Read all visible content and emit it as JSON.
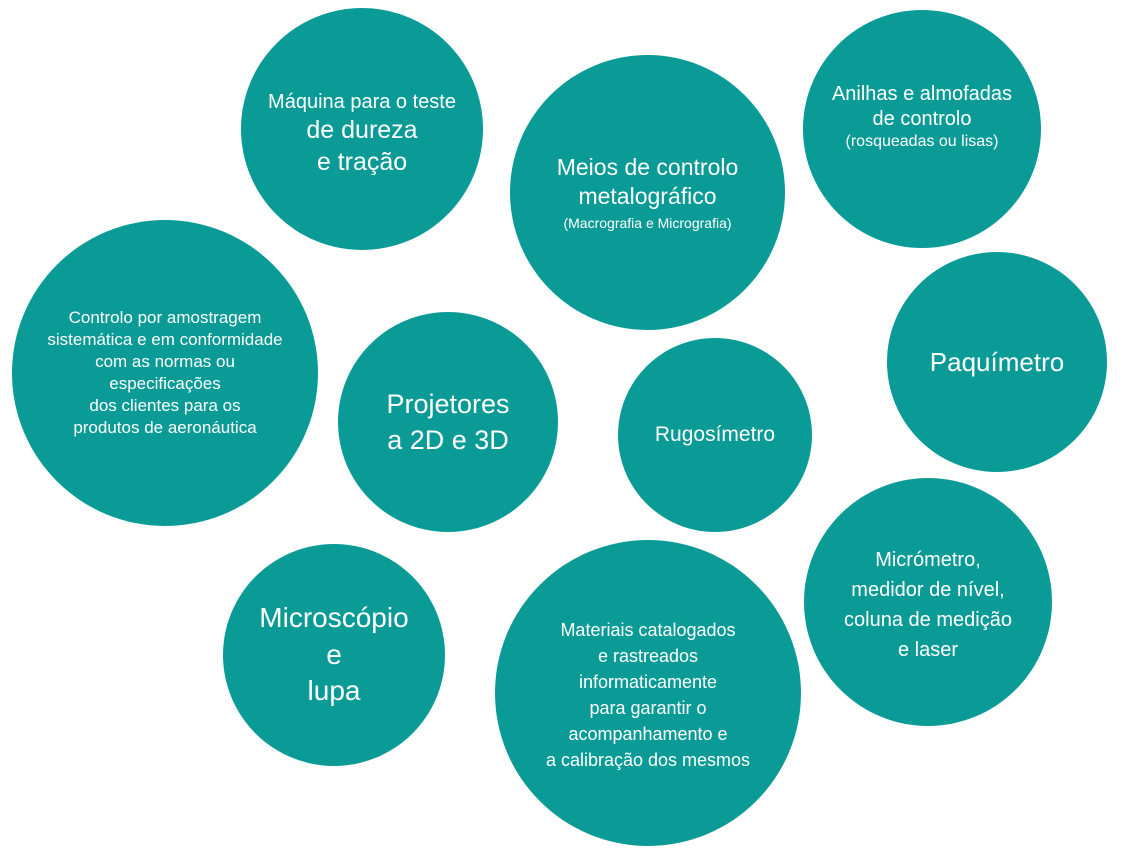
{
  "theme": {
    "bubble_color": "#0b9b97",
    "text_color": "#ffffff"
  },
  "bubbles": {
    "dureza": {
      "lines": [
        "Máquina para o teste",
        "de dureza",
        "e tração"
      ]
    },
    "meios": {
      "lines": [
        "Meios de controlo",
        "metalográfico",
        "(Macrografia e Micrografia)"
      ]
    },
    "anilhas": {
      "lines": [
        "Anilhas e almofadas",
        "de controlo",
        "(rosqueadas ou lisas)"
      ]
    },
    "controlo": {
      "lines": [
        "Controlo por amostragem",
        "sistemática e em conformidade",
        "com as normas ou",
        "especificações",
        "dos clientes para os",
        "produtos de aeronáutica"
      ]
    },
    "projetores": {
      "lines": [
        "Projetores",
        "a 2D e 3D"
      ]
    },
    "rugosimetro": {
      "lines": [
        "Rugosímetro"
      ]
    },
    "paquimetro": {
      "lines": [
        "Paquímetro"
      ]
    },
    "microscopio": {
      "lines": [
        "Microscópio",
        "e",
        "lupa"
      ]
    },
    "materiais": {
      "lines": [
        "Materiais catalogados",
        "e rastreados",
        "informaticamente",
        "para garantir o",
        "acompanhamento e",
        "a calibração dos mesmos"
      ]
    },
    "micrometro": {
      "lines": [
        "Micrómetro,",
        "medidor de nível,",
        "coluna de medição",
        "e laser"
      ]
    }
  }
}
